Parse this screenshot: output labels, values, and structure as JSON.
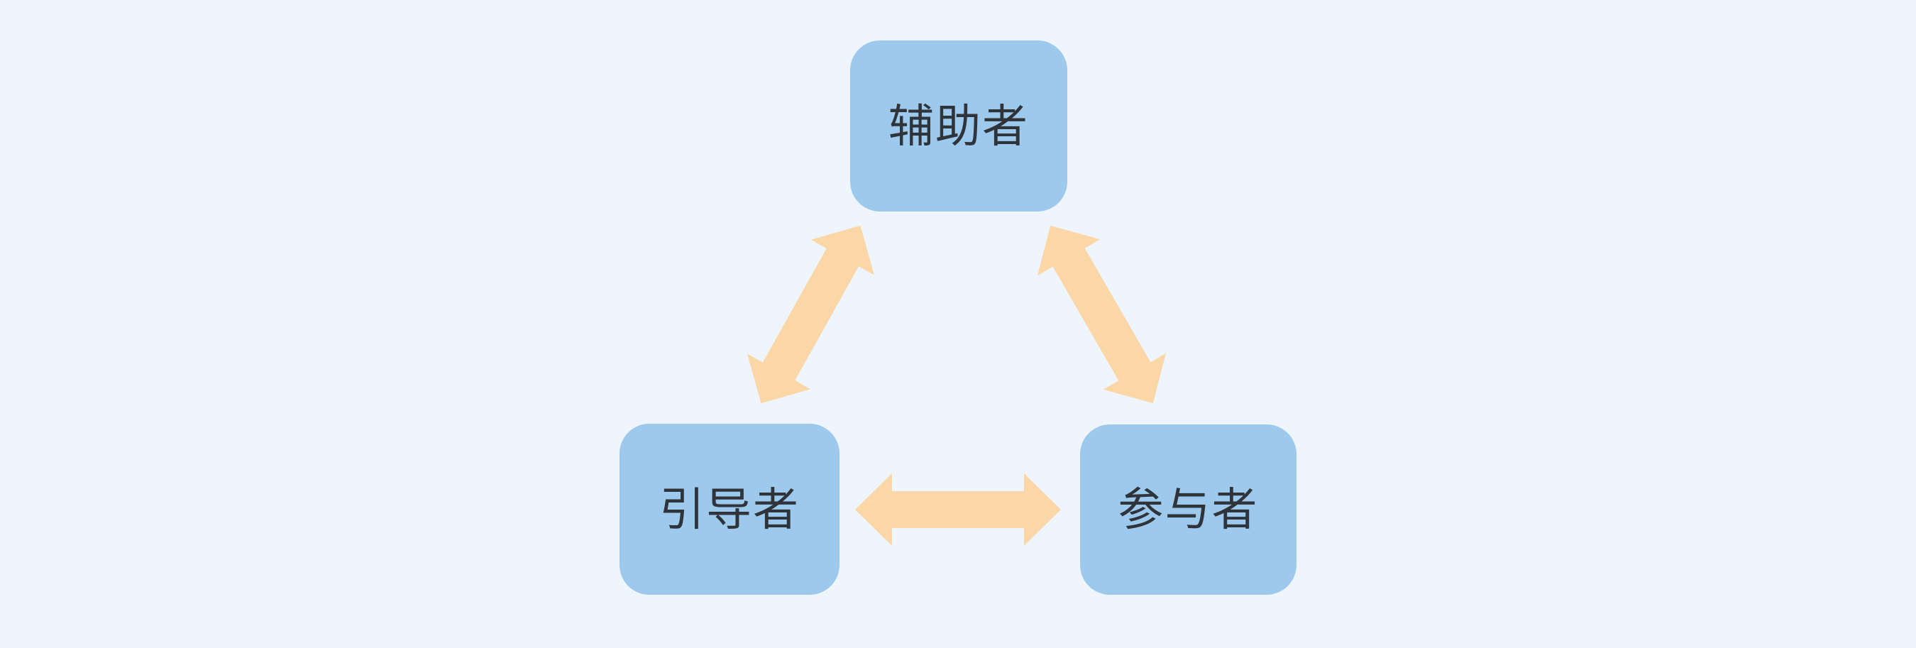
{
  "diagram": {
    "background_color": "#EFF5FC",
    "node_fill_color": "#9CC9EC",
    "node_text_color": "#2F343A",
    "arrow_color": "#FBD6A6",
    "nodes": [
      {
        "id": "facilitator",
        "label": "辅助者",
        "position": "top"
      },
      {
        "id": "guide",
        "label": "引导者",
        "position": "bottom-left"
      },
      {
        "id": "participant",
        "label": "参与者",
        "position": "bottom-right"
      }
    ],
    "arrows": [
      {
        "between": [
          "辅助者",
          "引导者"
        ],
        "type": "double-headed"
      },
      {
        "between": [
          "辅助者",
          "参与者"
        ],
        "type": "double-headed"
      },
      {
        "between": [
          "引导者",
          "参与者"
        ],
        "type": "double-headed"
      }
    ]
  }
}
